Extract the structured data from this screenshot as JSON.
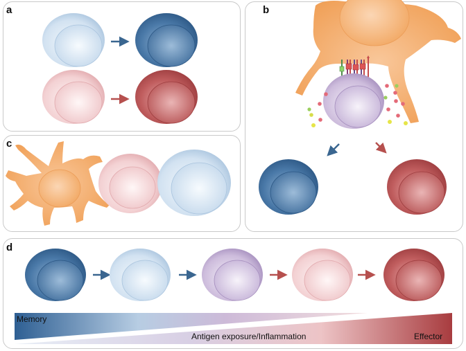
{
  "panels": {
    "a": {
      "label": "a"
    },
    "b": {
      "label": "b"
    },
    "c": {
      "label": "c"
    },
    "d": {
      "label": "d"
    }
  },
  "gradient_bar": {
    "memory_label": "Memory",
    "axis_label": "Antigen exposure/Inflammation",
    "effector_label": "Effector"
  },
  "colors": {
    "naive_blue": "#c9dcee",
    "memory_blue": "#3f6f9f",
    "naive_red": "#f3cfd2",
    "effector_red": "#b65253",
    "intermediate_purple": "#c9b5d6",
    "apc_orange": "#f4a664",
    "arrow_blue": "#3a6690",
    "arrow_red": "#b6504e"
  }
}
